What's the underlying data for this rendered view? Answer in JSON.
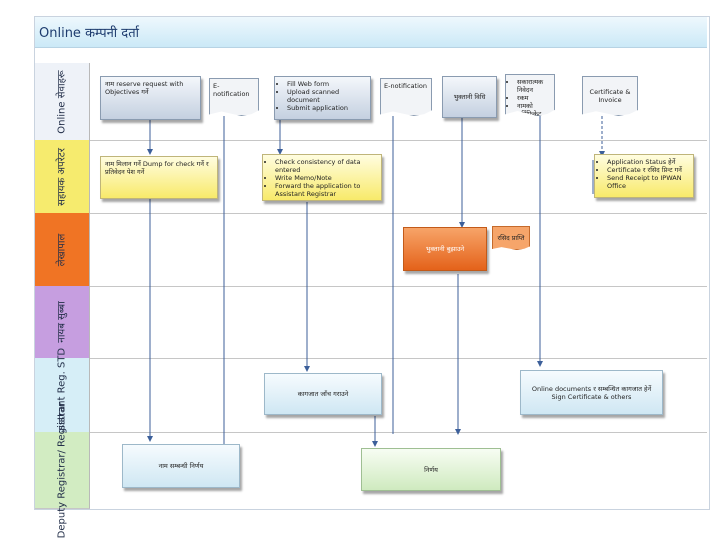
{
  "title": "Online कम्पनी दर्ता",
  "lanes": [
    {
      "label": "Online सेवाहरू"
    },
    {
      "label": "सहायक अपरेटर"
    },
    {
      "label": "लेखापाल"
    },
    {
      "label": "नायब सुब्बा"
    },
    {
      "label": "Assistant Reg. STD"
    },
    {
      "label": "Deputy Registrar/ Registrar"
    }
  ],
  "boxes": {
    "reserve": "नाम reserve request with Objectives गर्ने",
    "notification1": "E-notification",
    "fill_form": [
      "Fill Web form",
      "Upload scanned document",
      "Submit application"
    ],
    "notification2": "E-notification",
    "ledger": "भुक्तानी विधि",
    "docs": [
      "सकारात्मक निवेदन",
      "रकम",
      "नामको सर्टिफिकेट"
    ],
    "certificate": "Certificate & Invoice",
    "check_name": "नाम मिलान गर्ने Dump for check गर्ने र प्रतिवेदन पेश गर्ने",
    "check_items": [
      "Check consistency of data entered",
      "Write Memo/Note",
      "Forward the application to Assistant Registrar"
    ],
    "cert_items": [
      "Application Status हेर्ने",
      "Certificate र रसिद प्रिन्ट गर्ने",
      "Send Receipt to IPWAN Office"
    ],
    "payment": "भुक्तानी बुझाउने",
    "receipt": "रसिद प्राप्ति",
    "verify": "कागजात जाँच गराउने",
    "online_docs": "Online documents र सम्बन्धित कागजात हेर्ने Sign Certificate & others",
    "name_register": "नाम सम्बन्धी निर्णय",
    "decision": "निर्णय"
  }
}
